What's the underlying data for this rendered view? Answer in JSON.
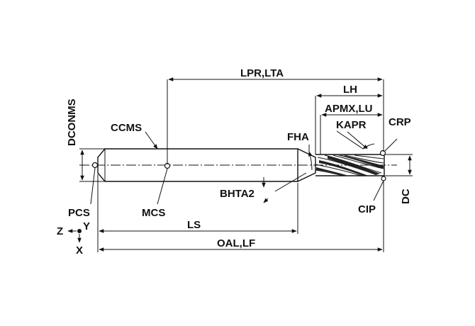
{
  "labels": {
    "lpr_lta": "LPR,LTA",
    "lh": "LH",
    "apmx_lu": "APMX,LU",
    "kapr": "KAPR",
    "crp": "CRP",
    "fha": "FHA",
    "ccms": "CCMS",
    "dconms": "DCONMS",
    "pcs": "PCS",
    "mcs": "MCS",
    "bhta2": "BHTA2",
    "cip": "CIP",
    "dc": "DC",
    "ls": "LS",
    "oal_lf": "OAL,LF",
    "axis_z": "Z",
    "axis_y": "Y",
    "axis_x": "X"
  }
}
